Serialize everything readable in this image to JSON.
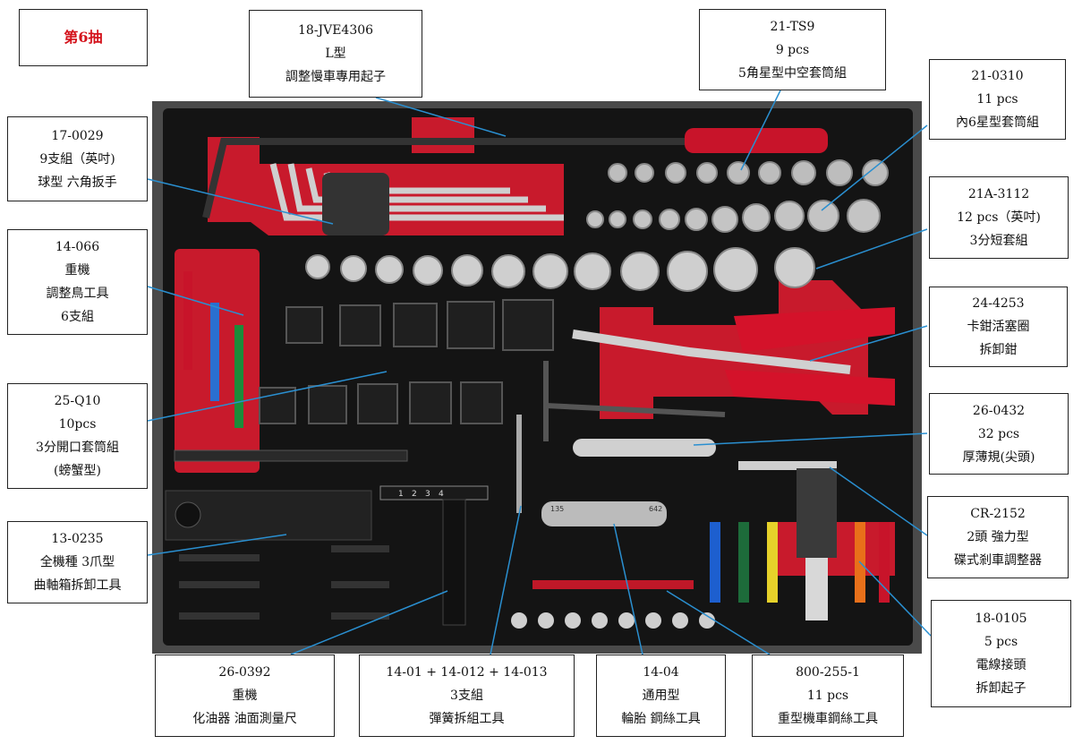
{
  "title": "第6抽",
  "colors": {
    "foam": "#151515",
    "cutout": "#d01b2f",
    "background": "#4a4a4a",
    "chrome": "#cfcfcf",
    "leader": "#2a8fd0"
  },
  "labels": [
    {
      "id": "l1",
      "lines": [
        "18-JVE4306",
        "L型",
        "調整慢車專用起子"
      ]
    },
    {
      "id": "l2",
      "lines": [
        "21-TS9",
        "9 pcs",
        "5角星型中空套筒組"
      ]
    },
    {
      "id": "l3",
      "lines": [
        "21-0310",
        "11 pcs",
        "內6星型套筒組"
      ]
    },
    {
      "id": "l4",
      "lines": [
        "17-0029",
        "9支組（英吋)",
        "球型 六角扳手"
      ]
    },
    {
      "id": "l5",
      "lines": [
        "21A-3112",
        "12 pcs（英吋)",
        "3分短套組"
      ]
    },
    {
      "id": "l6",
      "lines": [
        "14-066",
        "重機",
        "調整鳥工具",
        "6支組"
      ]
    },
    {
      "id": "l7",
      "lines": [
        "24-4253",
        "卡鉗活塞圈",
        "拆卸鉗"
      ]
    },
    {
      "id": "l8",
      "lines": [
        "25-Q10",
        "10pcs",
        "3分開口套筒組",
        "(螃蟹型)"
      ]
    },
    {
      "id": "l9",
      "lines": [
        "26-0432",
        "32 pcs",
        "厚薄規(尖頭)"
      ]
    },
    {
      "id": "l10",
      "lines": [
        "CR-2152",
        "2頭 強力型",
        "碟式剎車調整器"
      ]
    },
    {
      "id": "l11",
      "lines": [
        "13-0235",
        "全機種 3爪型",
        "曲軸箱拆卸工具"
      ]
    },
    {
      "id": "l12",
      "lines": [
        "18-0105",
        "5 pcs",
        "電線接頭",
        "拆卸起子"
      ]
    },
    {
      "id": "l13",
      "lines": [
        "26-0392",
        "重機",
        "化油器 油面測量尺"
      ]
    },
    {
      "id": "l14",
      "lines": [
        "14-01 + 14-012  + 14-013",
        "3支組",
        "彈簧拆組工具"
      ]
    },
    {
      "id": "l15",
      "lines": [
        "14-04",
        "通用型",
        "輪胎 鋼絲工具"
      ]
    },
    {
      "id": "l16",
      "lines": [
        "800-255-1",
        "11 pcs",
        "重型機車鋼絲工具"
      ]
    }
  ],
  "tool_markings": {
    "gauge_ticks": [
      "1",
      "2",
      "3",
      "4"
    ],
    "spoke_wrench_left": "135",
    "spoke_wrench_right": "642"
  }
}
